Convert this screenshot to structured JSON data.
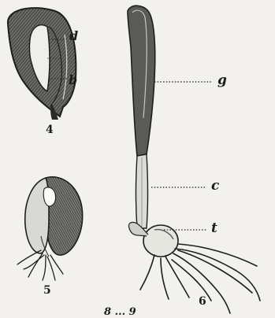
{
  "figures": [
    {
      "number": "4",
      "labels": {
        "d": "d",
        "b": "b"
      }
    },
    {
      "number": "5"
    },
    {
      "number": "6",
      "labels": {
        "g": "g",
        "c": "c",
        "t": "t"
      }
    }
  ],
  "footer": "8 ... 9"
}
